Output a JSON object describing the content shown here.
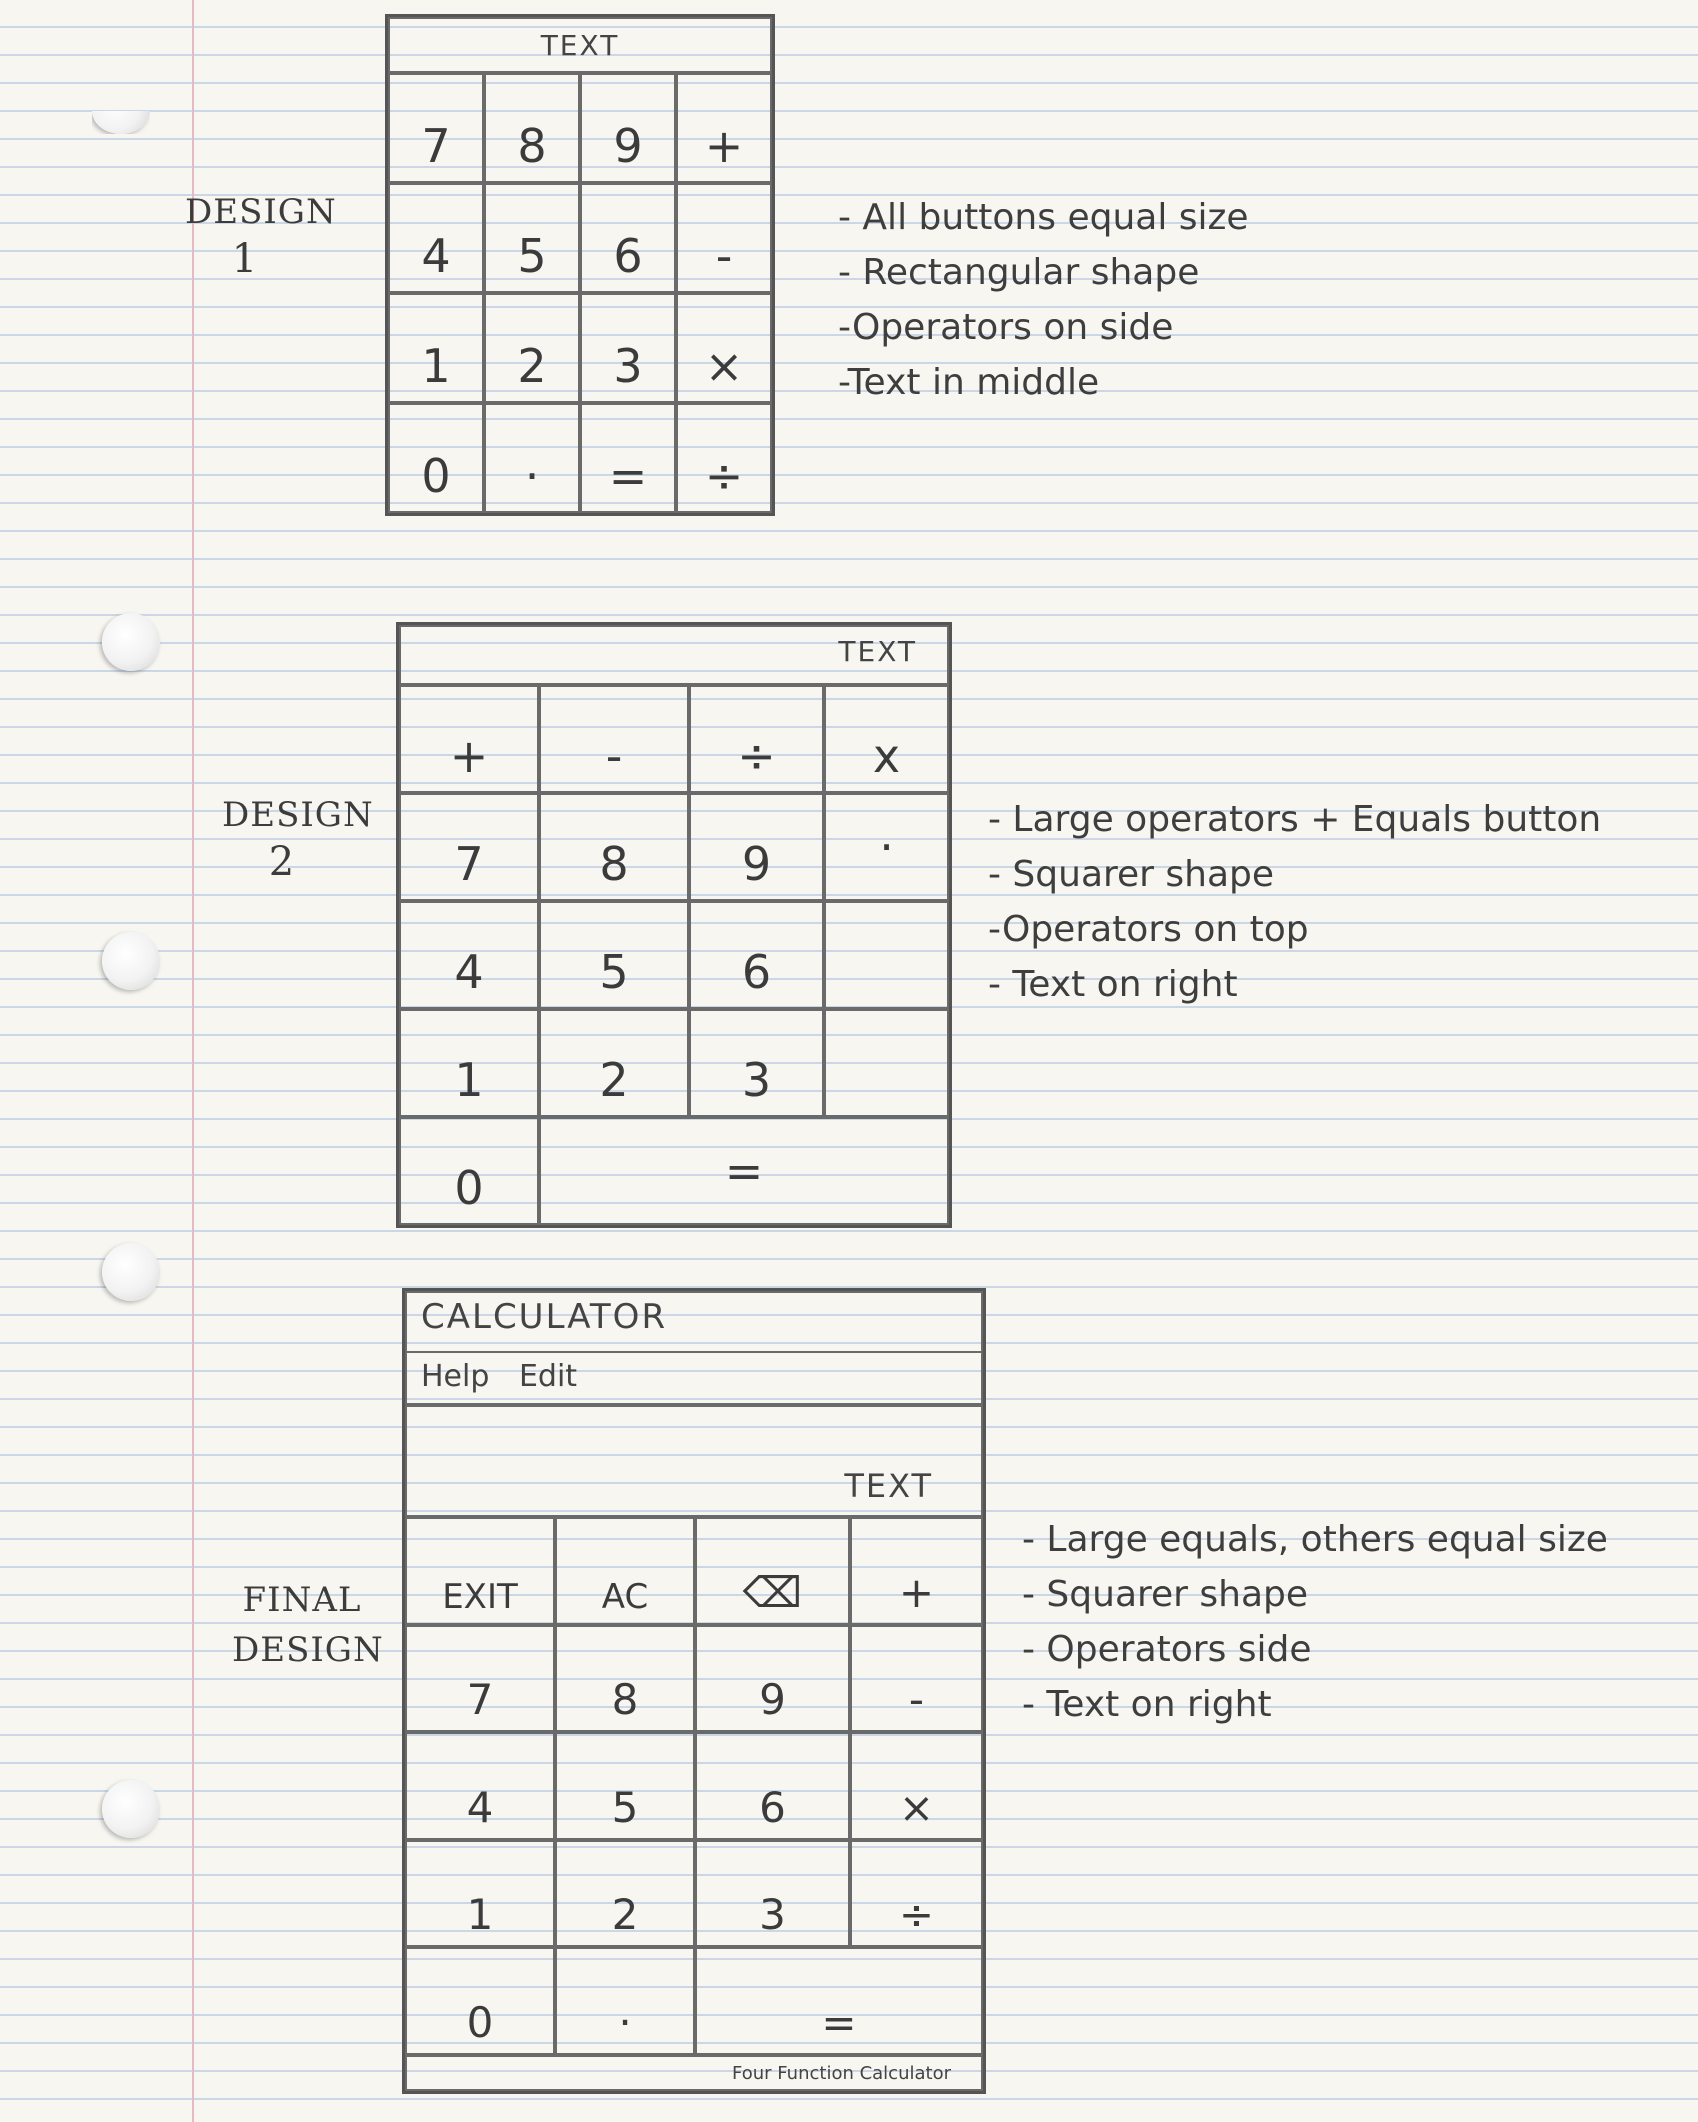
{
  "design1": {
    "label_word": "DESIGN",
    "label_num": "1",
    "display_text": "TEXT",
    "buttons": [
      "7",
      "8",
      "9",
      "+",
      "4",
      "5",
      "6",
      "-",
      "1",
      "2",
      "3",
      "×",
      "0",
      "·",
      "=",
      "÷"
    ],
    "notes": [
      "- All buttons equal size",
      "- Rectangular shape",
      "-Operators on side",
      "-Text in middle"
    ]
  },
  "design2": {
    "label_word": "DESIGN",
    "label_num": "2",
    "display_text": "TEXT",
    "operators": [
      "+",
      "-",
      "÷",
      "x"
    ],
    "digits": [
      "7",
      "8",
      "9",
      "·",
      "4",
      "5",
      "6",
      "1",
      "2",
      "3"
    ],
    "zero": "0",
    "equals": "=",
    "notes": [
      "- Large operators + Equals button",
      "- Squarer shape",
      "-Operators on top",
      "- Text on right"
    ]
  },
  "final": {
    "label_word": "FINAL",
    "label_word2": "DESIGN",
    "title": "CALCULATOR",
    "menu": [
      "Help",
      "Edit"
    ],
    "display_text": "TEXT",
    "buttons": [
      "EXIT",
      "AC",
      "⌫",
      "+",
      "7",
      "8",
      "9",
      "-",
      "4",
      "5",
      "6",
      "×",
      "1",
      "2",
      "3",
      "÷"
    ],
    "zero": "0",
    "dot": "·",
    "equals": "=",
    "status": "Four Function Calculator",
    "notes": [
      "- Large equals, others equal size",
      "- Squarer shape",
      "- Operators side",
      "- Text on right"
    ]
  }
}
